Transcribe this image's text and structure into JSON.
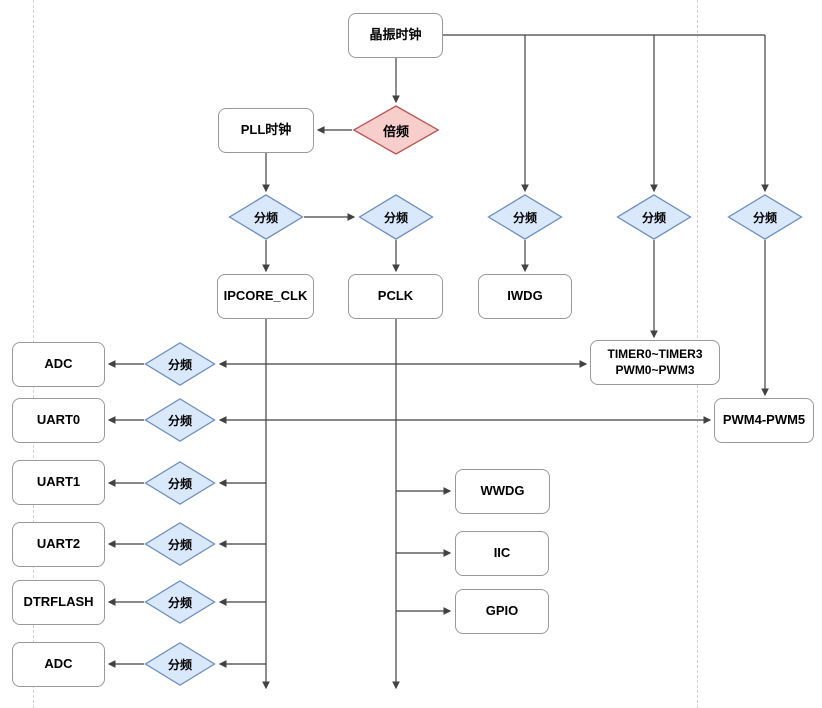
{
  "diagram": {
    "nodes": {
      "osc": "晶振时钟",
      "pll": "PLL时钟",
      "ipcore": "IPCORE_CLK",
      "pclk": "PCLK",
      "iwdg": "IWDG",
      "timer": "TIMER0~TIMER3\nPWM0~PWM3",
      "pwm45": "PWM4-PWM5",
      "adc1": "ADC",
      "uart0": "UART0",
      "uart1": "UART1",
      "uart2": "UART2",
      "dtrflash": "DTRFLASH",
      "adc2": "ADC",
      "wwdg": "WWDG",
      "iic": "IIC",
      "gpio": "GPIO"
    },
    "labels": {
      "multiplier": "倍频",
      "divider": "分频"
    },
    "colors": {
      "divider_fill": "#dae8fc",
      "divider_stroke": "#6c8ebf",
      "multiplier_fill": "#f8cecc",
      "multiplier_stroke": "#b85450",
      "node_border": "#999999",
      "connector": "#424242",
      "page_guide": "#d3d3d3"
    }
  }
}
